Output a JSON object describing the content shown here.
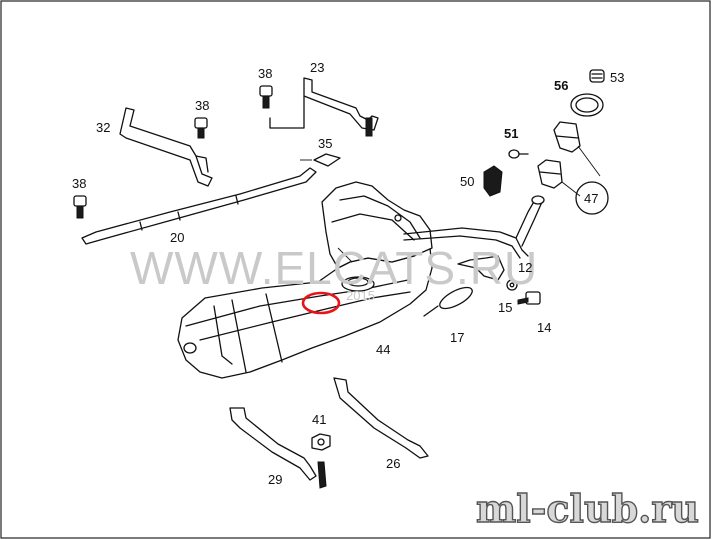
{
  "callouts": [
    {
      "id": "c53",
      "text": "53",
      "bold": false
    },
    {
      "id": "c56",
      "text": "56",
      "bold": true
    },
    {
      "id": "c51",
      "text": "51",
      "bold": true
    },
    {
      "id": "c47",
      "text": "47",
      "bold": false
    },
    {
      "id": "c50",
      "text": "50",
      "bold": false
    },
    {
      "id": "c38a",
      "text": "38",
      "bold": false
    },
    {
      "id": "c38b",
      "text": "38",
      "bold": false
    },
    {
      "id": "c38c",
      "text": "38",
      "bold": false
    },
    {
      "id": "c23",
      "text": "23",
      "bold": false
    },
    {
      "id": "c32",
      "text": "32",
      "bold": false
    },
    {
      "id": "c35",
      "text": "35",
      "bold": false
    },
    {
      "id": "c20",
      "text": "20",
      "bold": false
    },
    {
      "id": "c12",
      "text": "12",
      "bold": false
    },
    {
      "id": "c15",
      "text": "15",
      "bold": false
    },
    {
      "id": "c14",
      "text": "14",
      "bold": false
    },
    {
      "id": "c17",
      "text": "17",
      "bold": false
    },
    {
      "id": "c44",
      "text": "44",
      "bold": false
    },
    {
      "id": "c41",
      "text": "41",
      "bold": false
    },
    {
      "id": "c26",
      "text": "26",
      "bold": false
    },
    {
      "id": "c29",
      "text": "29",
      "bold": false
    }
  ],
  "watermark": {
    "main": "WWW.ELCATS.RU",
    "year": "2015"
  },
  "logo": "ml-club.ru",
  "highlight_color": "#e8141a",
  "line_color": "#111111"
}
